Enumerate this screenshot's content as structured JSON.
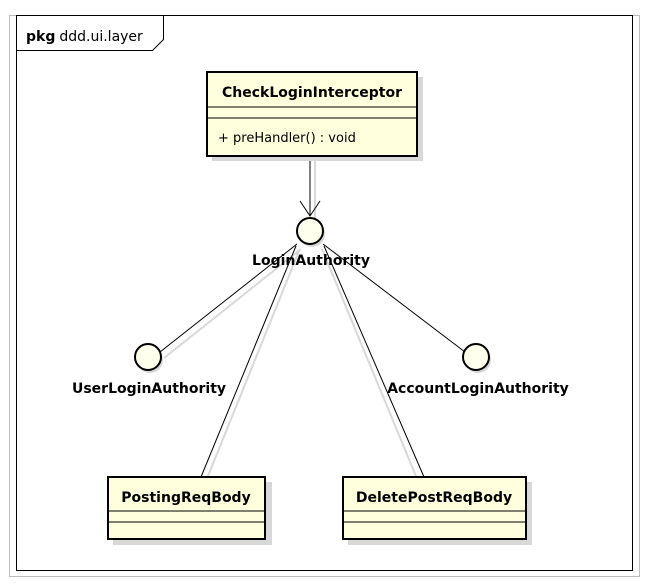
{
  "package": {
    "keyword": "pkg",
    "name": "ddd.ui.layer"
  },
  "classes": {
    "check_login_interceptor": {
      "name": "CheckLoginInterceptor",
      "operation": "+ preHandler() : void"
    },
    "posting_req_body": {
      "name": "PostingReqBody"
    },
    "delete_post_req_body": {
      "name": "DeletePostReqBody"
    }
  },
  "interfaces": {
    "login_authority": {
      "name": "LoginAuthority"
    },
    "user_login_authority": {
      "name": "UserLoginAuthority"
    },
    "account_login_authority": {
      "name": "AccountLoginAuthority"
    }
  },
  "colors": {
    "class_fill": "#FFFFDD",
    "interface_fill": "#FFFFEE",
    "line": "#000000",
    "shadow": "#D8D8D8",
    "frame": "#000000"
  }
}
